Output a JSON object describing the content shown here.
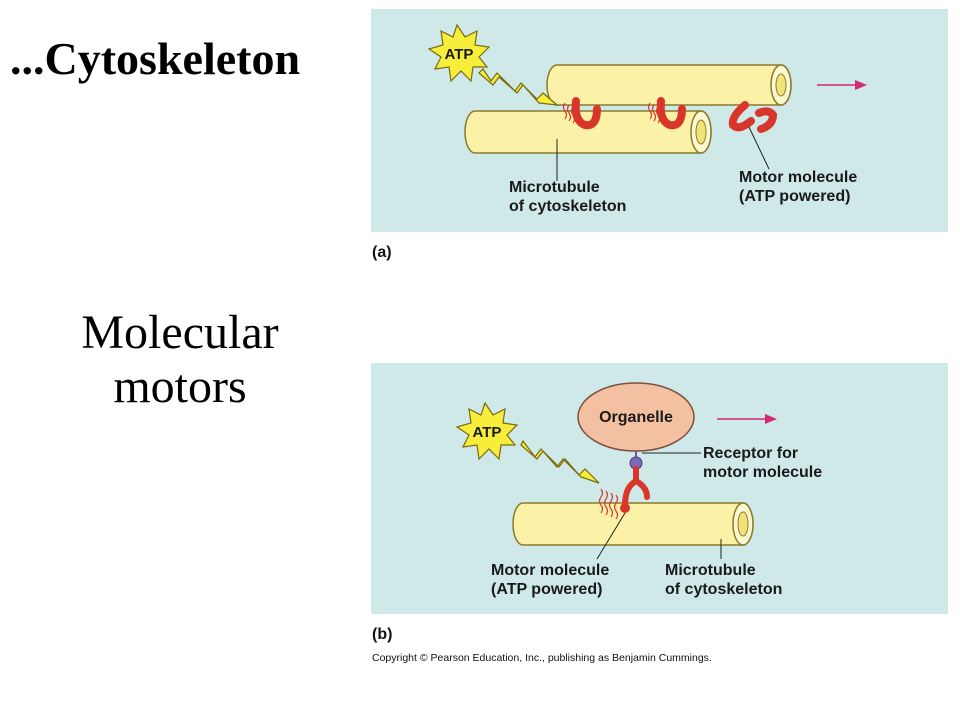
{
  "slide": {
    "title": "...Cytoskeleton",
    "subtitle_line1": "Molecular",
    "subtitle_line2": "motors"
  },
  "panel_a": {
    "label": "(a)",
    "atp": "ATP",
    "microtubule_line1": "Microtubule",
    "microtubule_line2": "of cytoskeleton",
    "motor_line1": "Motor molecule",
    "motor_line2": "(ATP powered)"
  },
  "panel_b": {
    "label": "(b)",
    "atp": "ATP",
    "organelle": "Organelle",
    "receptor_line1": "Receptor for",
    "receptor_line2": "motor molecule",
    "motor_line1": "Motor molecule",
    "motor_line2": "(ATP powered)",
    "microtubule_line1": "Microtubule",
    "microtubule_line2": "of cytoskeleton"
  },
  "copyright": "Copyright © Pearson Education, Inc., publishing as Benjamin Cummings.",
  "colors": {
    "panel_bg": "#cfe8e8",
    "microtubule_fill": "#fbf2a8",
    "microtubule_stroke": "#8a7a2a",
    "motor_red": "#d9362b",
    "atp_yellow": "#f6ee3a",
    "arrow_pink": "#d42a73",
    "organelle_fill": "#f4c0a2",
    "receptor_purple": "#8068b8"
  }
}
